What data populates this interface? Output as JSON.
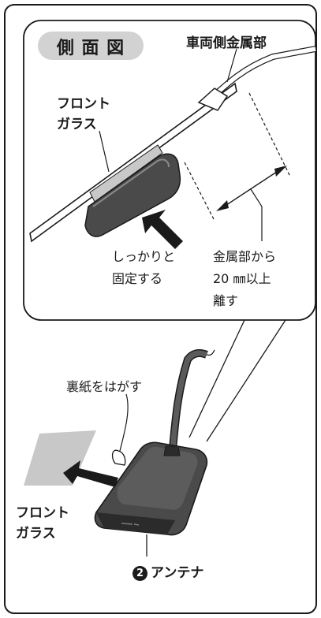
{
  "inset": {
    "title": "側 面 図",
    "vehicle_metal_label": "車両側金属部",
    "windshield_label": "フロント\nガラス",
    "secure_label": "しっかりと\n固定する",
    "distance_label": "金属部から\n20 ㎜以上\n離す"
  },
  "main": {
    "backing_label": "裏紙をはがす",
    "windshield_label": "フロント\nガラス",
    "antenna_number": "2",
    "antenna_label": "アンテナ"
  },
  "colors": {
    "frame": "#1a1a1a",
    "pill": "#d2d2d2",
    "antenna_body": "#4a4a4a",
    "antenna_shadow": "#2b2b2b",
    "glass": "#c8c8c8"
  }
}
